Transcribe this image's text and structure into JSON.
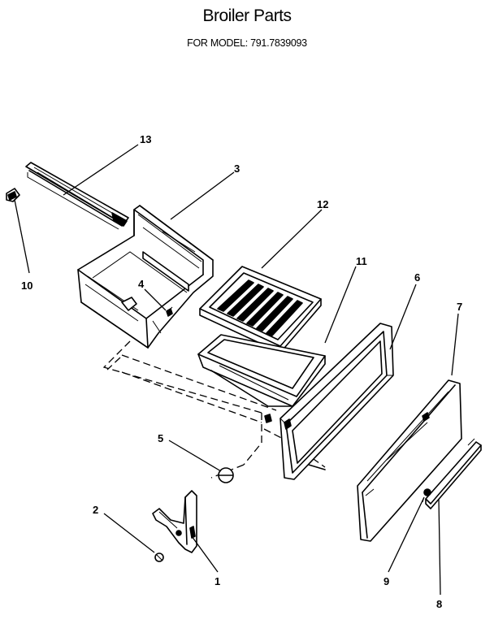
{
  "header": {
    "title": "Broiler Parts",
    "subtitle": "FOR MODEL: 791.7839093"
  },
  "callouts": [
    {
      "id": "13",
      "label": "13"
    },
    {
      "id": "3",
      "label": "3"
    },
    {
      "id": "12",
      "label": "12"
    },
    {
      "id": "11",
      "label": "11"
    },
    {
      "id": "6",
      "label": "6"
    },
    {
      "id": "7",
      "label": "7"
    },
    {
      "id": "10",
      "label": "10"
    },
    {
      "id": "4",
      "label": "4"
    },
    {
      "id": "5",
      "label": "5"
    },
    {
      "id": "2",
      "label": "2"
    },
    {
      "id": "1",
      "label": "1"
    },
    {
      "id": "9",
      "label": "9"
    },
    {
      "id": "8",
      "label": "8"
    }
  ]
}
